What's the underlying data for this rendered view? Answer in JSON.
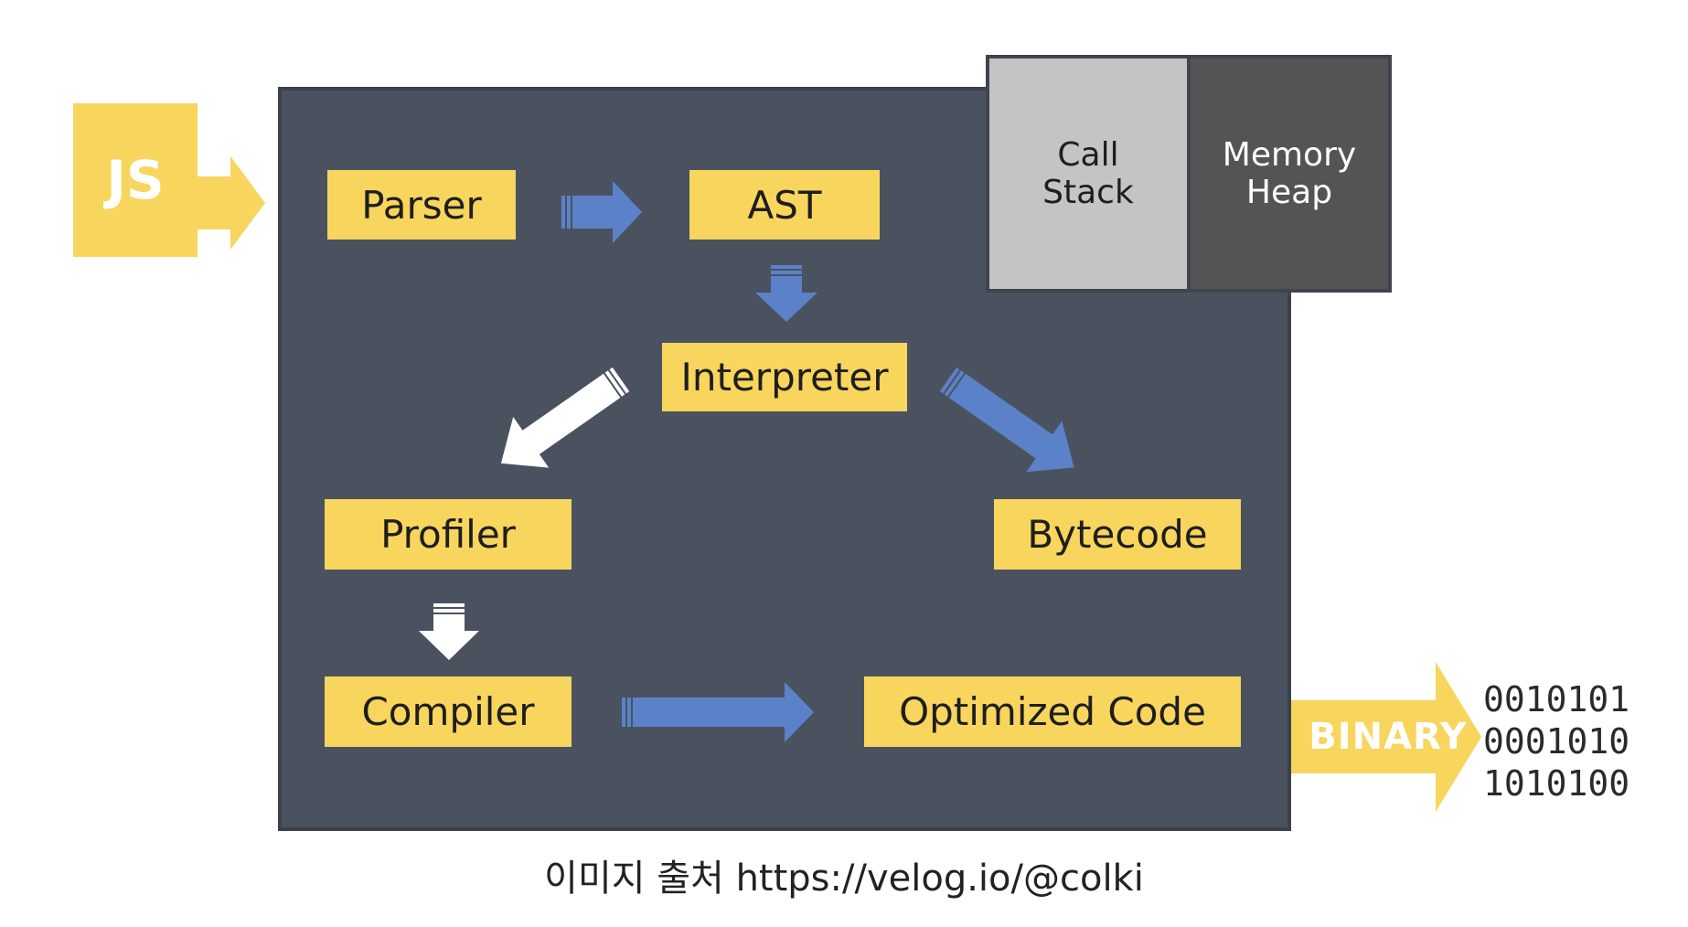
{
  "input": {
    "label": "JS"
  },
  "engine": {
    "boxes": {
      "parser": "Parser",
      "ast": "AST",
      "interpreter": "Interpreter",
      "profiler": "Profiler",
      "bytecode": "Bytecode",
      "compiler": "Compiler",
      "optimized": "Optimized Code"
    },
    "memory": {
      "call_stack": "Call\nStack",
      "memory_heap": "Memory\nHeap"
    }
  },
  "output": {
    "label": "BINARY",
    "bits": [
      "0010101",
      "0001010",
      "1010100"
    ]
  },
  "caption": "이미지 출처 https://velog.io/@colki",
  "colors": {
    "engine_bg": "#4a5260",
    "box": "#f8d55d",
    "arrow_blue": "#5b82c8",
    "arrow_white": "#ffffff",
    "call_stack": "#c4c4c4",
    "memory_heap": "#545454"
  }
}
